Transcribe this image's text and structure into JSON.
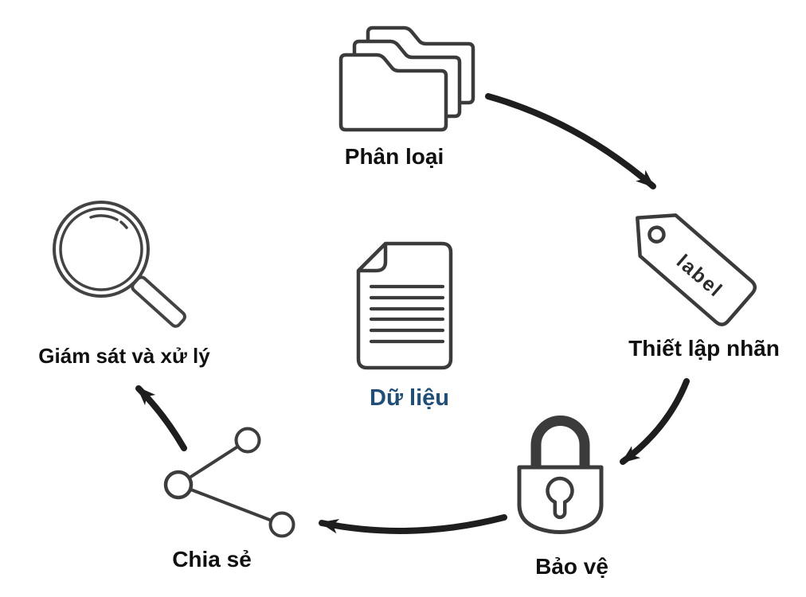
{
  "diagram": {
    "center": {
      "label": "Dữ liệu",
      "icon": "document-icon"
    },
    "steps": [
      {
        "label": "Phân loại",
        "icon": "folders-icon"
      },
      {
        "label": "Thiết lập nhãn",
        "icon": "tag-icon",
        "tag_text": "label"
      },
      {
        "label": "Bảo vệ",
        "icon": "lock-icon"
      },
      {
        "label": "Chia sẻ",
        "icon": "share-icon"
      },
      {
        "label": "Giám sát và xử lý",
        "icon": "magnifier-icon"
      }
    ],
    "colors": {
      "background": "#FFFFFF",
      "icon_stroke": "#3B3B3B",
      "arrow": "#1E1E1E",
      "label_text": "#101010",
      "center_label": "#1F4E79"
    }
  }
}
